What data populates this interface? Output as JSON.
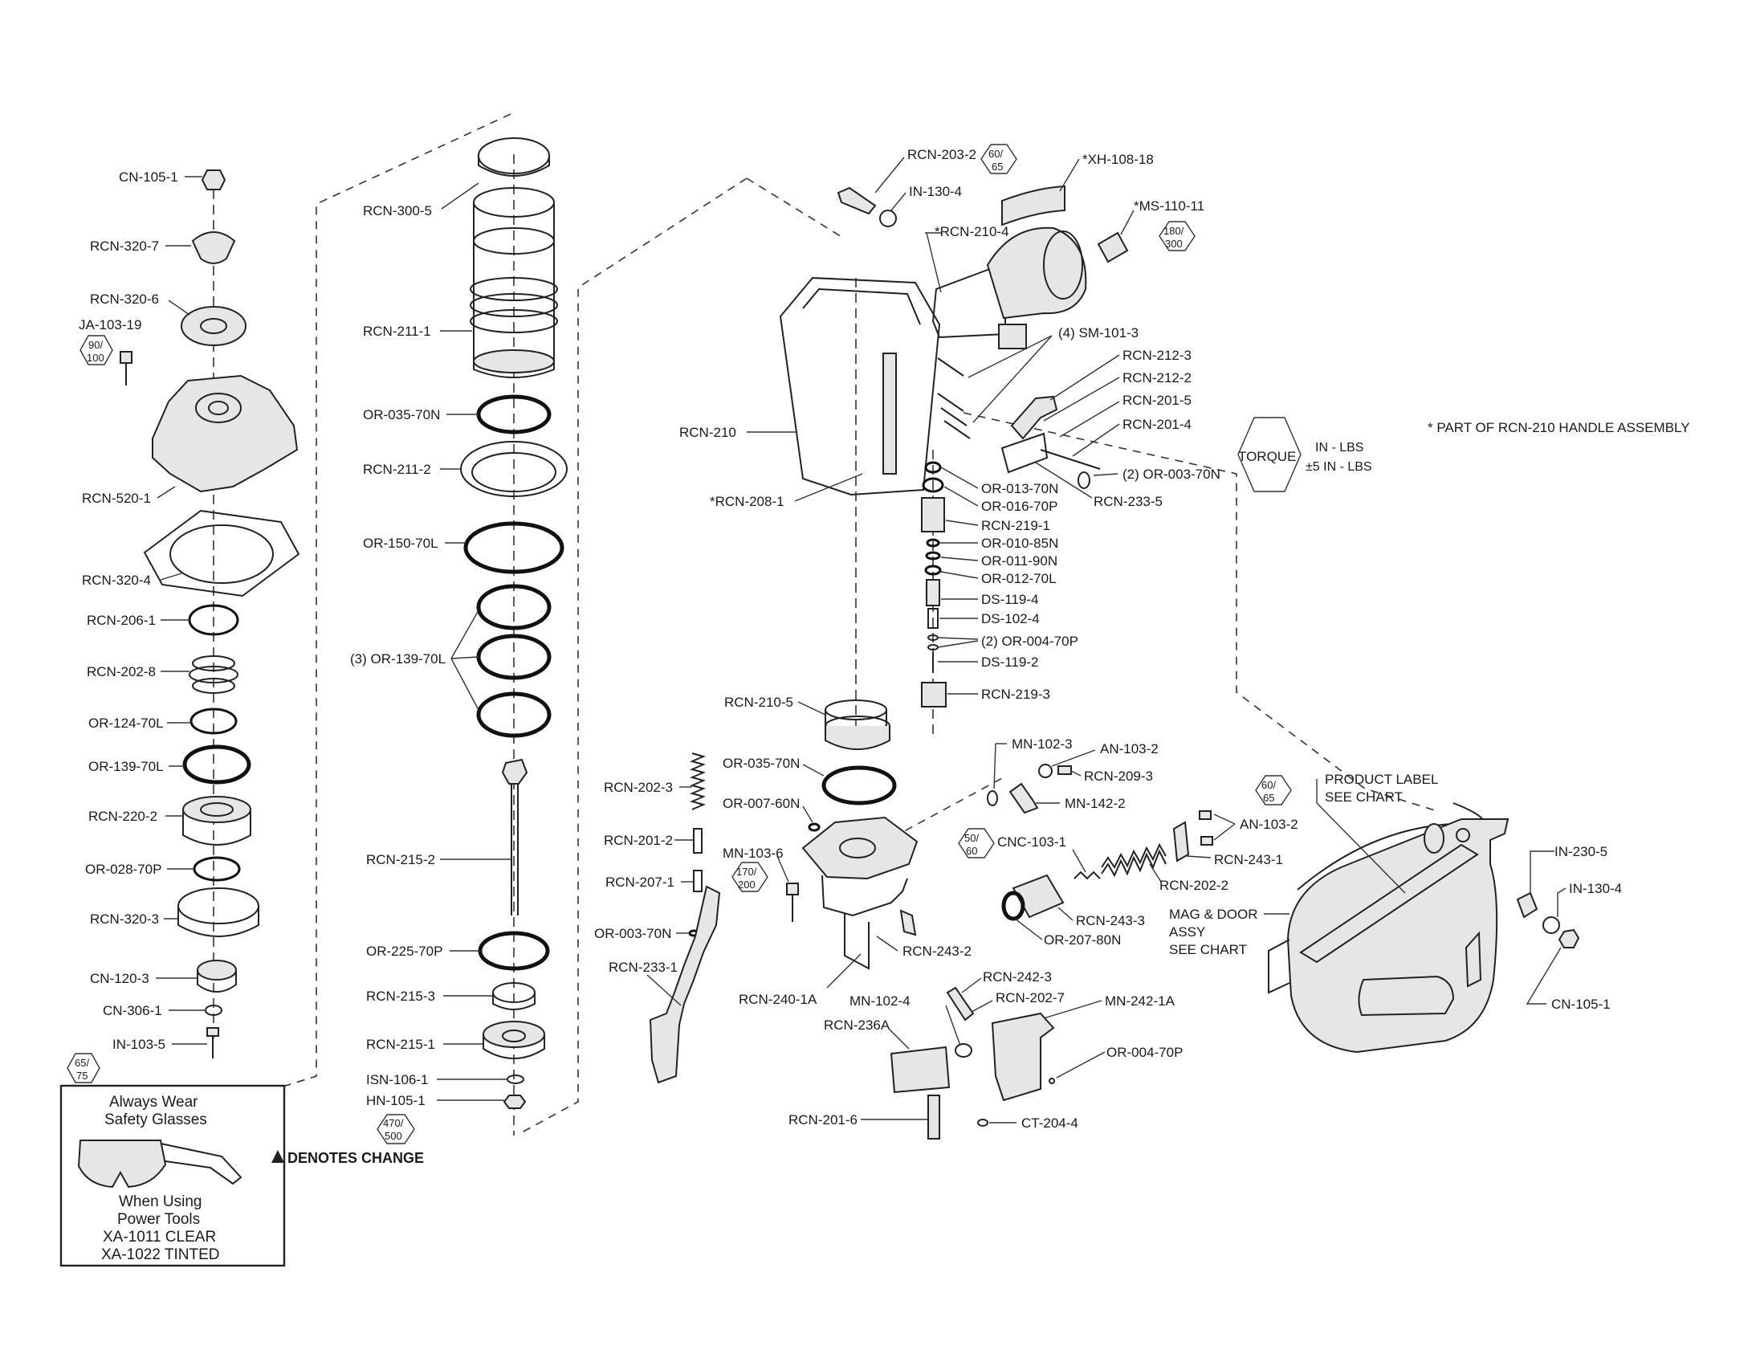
{
  "part_labels": {
    "cn_105_1_left": "CN-105-1",
    "rcn_320_7": "RCN-320-7",
    "rcn_320_6": "RCN-320-6",
    "ja_103_19": "JA-103-19",
    "rcn_520_1": "RCN-520-1",
    "rcn_320_4": "RCN-320-4",
    "rcn_206_1": "RCN-206-1",
    "rcn_202_8": "RCN-202-8",
    "or_124_70l": "OR-124-70L",
    "or_139_70l_left": "OR-139-70L",
    "rcn_220_2": "RCN-220-2",
    "or_028_70p": "OR-028-70P",
    "rcn_320_3": "RCN-320-3",
    "cn_120_3": "CN-120-3",
    "cn_306_1": "CN-306-1",
    "in_103_5": "IN-103-5",
    "rcn_300_5": "RCN-300-5",
    "rcn_211_1": "RCN-211-1",
    "or_035_70n_left": "OR-035-70N",
    "rcn_211_2": "RCN-211-2",
    "or_150_70l": "OR-150-70L",
    "or_139_70l_x3": "(3) OR-139-70L",
    "rcn_215_2": "RCN-215-2",
    "or_225_70p": "OR-225-70P",
    "rcn_215_3": "RCN-215-3",
    "rcn_215_1": "RCN-215-1",
    "isn_106_1": "ISN-106-1",
    "hn_105_1": "HN-105-1",
    "rcn_203_2": "RCN-203-2",
    "in_130_4_top": "IN-130-4",
    "rcn_210_4": "*RCN-210-4",
    "xh_108_18": "*XH-108-18",
    "ms_110_11": "*MS-110-11",
    "sm_101_3": "(4) SM-101-3",
    "rcn_212_3": "RCN-212-3",
    "rcn_212_2": "RCN-212-2",
    "rcn_201_5": "RCN-201-5",
    "rcn_201_4": "RCN-201-4",
    "or_003_70n_x2": "(2) OR-003-70N",
    "rcn_233_5": "RCN-233-5",
    "rcn_210": "RCN-210",
    "rcn_208_1": "*RCN-208-1",
    "or_013_70n": "OR-013-70N",
    "or_016_70p": "OR-016-70P",
    "rcn_219_1": "RCN-219-1",
    "or_010_85n": "OR-010-85N",
    "or_011_90n": "OR-011-90N",
    "or_012_70l": "OR-012-70L",
    "ds_119_4": "DS-119-4",
    "ds_102_4": "DS-102-4",
    "or_004_70p_x2": "(2) OR-004-70P",
    "ds_119_2": "DS-119-2",
    "rcn_219_3": "RCN-219-3",
    "rcn_210_5": "RCN-210-5",
    "or_035_70n_mid": "OR-035-70N",
    "or_007_60n": "OR-007-60N",
    "mn_103_6": "MN-103-6",
    "rcn_202_3": "RCN-202-3",
    "rcn_201_2": "RCN-201-2",
    "rcn_207_1": "RCN-207-1",
    "or_003_70n_single": "OR-003-70N",
    "rcn_233_1": "RCN-233-1",
    "rcn_240_1a": "RCN-240-1A",
    "rcn_243_2": "RCN-243-2",
    "mn_102_3": "MN-102-3",
    "an_103_2_top": "AN-103-2",
    "rcn_209_3": "RCN-209-3",
    "mn_142_2": "MN-142-2",
    "cnc_103_1": "CNC-103-1",
    "an_103_2_right": "AN-103-2",
    "rcn_243_1": "RCN-243-1",
    "rcn_202_2": "RCN-202-2",
    "rcn_243_3": "RCN-243-3",
    "or_207_80n": "OR-207-80N",
    "rcn_242_3": "RCN-242-3",
    "rcn_202_7": "RCN-202-7",
    "mn_102_4": "MN-102-4",
    "mn_242_1a": "MN-242-1A",
    "rcn_236a": "RCN-236A",
    "or_004_70p_single": "OR-004-70P",
    "rcn_201_6": "RCN-201-6",
    "ct_204_4": "CT-204-4",
    "product_label_1": "PRODUCT LABEL",
    "product_label_2": "SEE CHART",
    "mag_door_1": "MAG & DOOR",
    "mag_door_2": "ASSY",
    "mag_door_3": "SEE CHART",
    "in_230_5": "IN-230-5",
    "in_130_4_right": "IN-130-4",
    "cn_105_1_right": "CN-105-1"
  },
  "torque_values": {
    "ja_103_19": [
      "90/",
      "100"
    ],
    "in_103_5": [
      "65/",
      "75"
    ],
    "hn_105_1": [
      "470/",
      "500"
    ],
    "rcn_203_2": [
      "60/",
      "65"
    ],
    "ms_110_11": [
      "180/",
      "300"
    ],
    "mn_103_6": [
      "170/",
      "200"
    ],
    "cnc_103_1": [
      "50/",
      "60"
    ],
    "product_label": [
      "60/",
      "65"
    ]
  },
  "torque_legend": {
    "title": "TORQUE",
    "line1": "IN - LBS",
    "line2": "±5 IN - LBS"
  },
  "handle_note": "* PART OF RCN-210 HANDLE ASSEMBLY",
  "denotes_change": "DENOTES CHANGE",
  "safety_box": {
    "line1": "Always Wear",
    "line2": "Safety Glasses",
    "line3": "When Using",
    "line4": "Power Tools",
    "line5": "XA-1011 CLEAR",
    "line6": "XA-1022 TINTED"
  },
  "colors": {
    "ink": "#1a1a1a",
    "paper": "#ffffff"
  }
}
